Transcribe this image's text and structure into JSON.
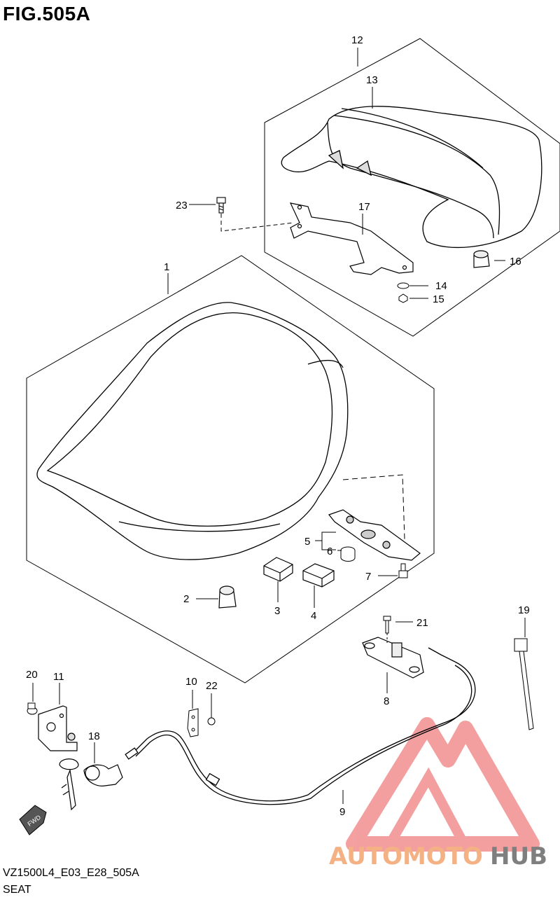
{
  "figure": {
    "title": "FIG.505A",
    "code": "VZ1500L4_E03_E28_505A",
    "name": "SEAT"
  },
  "parts": [
    {
      "ref": "1"
    },
    {
      "ref": "2"
    },
    {
      "ref": "3"
    },
    {
      "ref": "4"
    },
    {
      "ref": "5"
    },
    {
      "ref": "6"
    },
    {
      "ref": "7"
    },
    {
      "ref": "8"
    },
    {
      "ref": "9"
    },
    {
      "ref": "10"
    },
    {
      "ref": "11"
    },
    {
      "ref": "12"
    },
    {
      "ref": "13"
    },
    {
      "ref": "14"
    },
    {
      "ref": "15"
    },
    {
      "ref": "16"
    },
    {
      "ref": "17"
    },
    {
      "ref": "18"
    },
    {
      "ref": "19"
    },
    {
      "ref": "20"
    },
    {
      "ref": "21"
    },
    {
      "ref": "22"
    },
    {
      "ref": "23"
    }
  ],
  "direction_marker": "FWD",
  "watermark": {
    "part1": "AUTOMOTO",
    "part2": "HUB",
    "color1": "#f4b183",
    "color2": "#7f7f7f",
    "logo_color": "#f08080"
  }
}
